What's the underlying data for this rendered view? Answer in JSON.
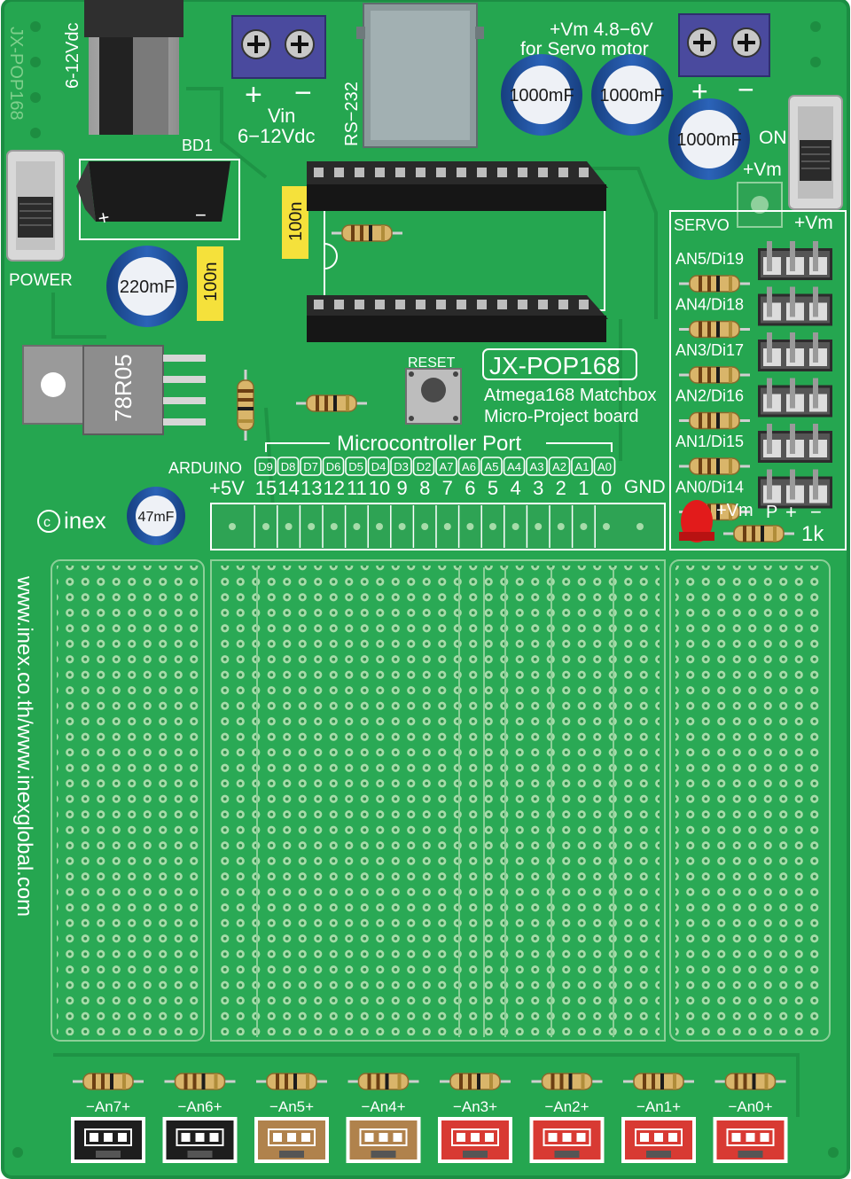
{
  "board": {
    "name": "JX-POP168",
    "desc_line1": "Atmega168 Matchbox",
    "desc_line2": "Micro-Project board",
    "brand": "inex",
    "website": "www.inex.co.th/www.inexglobal.com",
    "rotated_label": "JX-POP168"
  },
  "power": {
    "jack_label": "6-12Vdc",
    "switch_label": "POWER",
    "bridge_label": "BD1",
    "bridge_plus": "+",
    "bridge_minus": "−",
    "vin_plus": "+",
    "vin_minus": "−",
    "vin_label": "Vin",
    "vin_range": "6−12Vdc",
    "regulator_label": "78R05"
  },
  "serial": {
    "label": "RS−232"
  },
  "servo_power": {
    "title": "+Vm  4.8−6V",
    "subtitle": "for Servo motor",
    "plus": "+",
    "minus": "−",
    "switch_on": "ON",
    "vm_top": "+Vm",
    "vm_bottom": "+Vm"
  },
  "capacitors": {
    "big1": "1000mF",
    "big2": "1000mF",
    "big3": "1000mF",
    "c220": "220mF",
    "c47": "47mF",
    "ceramic1": "100n",
    "ceramic2": "100n"
  },
  "reset": {
    "label": "RESET"
  },
  "servo_block": {
    "title": "SERVO",
    "channels": [
      "AN5/Di19",
      "AN4/Di18",
      "AN3/Di17",
      "AN2/Di16",
      "AN1/Di15",
      "AN0/Di14"
    ],
    "legend_vm": "+Vm",
    "legend_p": "P",
    "legend_plus": "+",
    "legend_minus": "−",
    "led_resistor": "1k"
  },
  "port": {
    "title": "Microcontroller Port",
    "arduino_label": "ARDUINO",
    "arduino_pins": [
      "D9",
      "D8",
      "D7",
      "D6",
      "D5",
      "D4",
      "D3",
      "D2",
      "A7",
      "A6",
      "A5",
      "A4",
      "A3",
      "A2",
      "A1",
      "A0"
    ],
    "vcc_label": "+5V",
    "numbers": [
      "15",
      "14",
      "13",
      "12",
      "11",
      "10",
      "9",
      "8",
      "7",
      "6",
      "5",
      "4",
      "3",
      "2",
      "1",
      "0"
    ],
    "gnd_label": "GND"
  },
  "bottom_connectors": [
    {
      "label": "−An7+",
      "color": "#1e1e1e"
    },
    {
      "label": "−An6+",
      "color": "#1e1e1e"
    },
    {
      "label": "−An5+",
      "color": "#b0824c"
    },
    {
      "label": "−An4+",
      "color": "#b0824c"
    },
    {
      "label": "−An3+",
      "color": "#d83a33"
    },
    {
      "label": "−An2+",
      "color": "#d83a33"
    },
    {
      "label": "−An1+",
      "color": "#d83a33"
    },
    {
      "label": "−An0+",
      "color": "#d83a33"
    }
  ],
  "colors": {
    "pcb": "#25a650",
    "pcb_trace": "#1f9446",
    "pad": "#b9e1b8",
    "silk": "#ffffff",
    "terminal": "#4a4a9e",
    "cap_blue": "#1e4f9c",
    "ceramic": "#f5e13b",
    "resistor": "#d9b56a",
    "led": "#e21b1b"
  }
}
